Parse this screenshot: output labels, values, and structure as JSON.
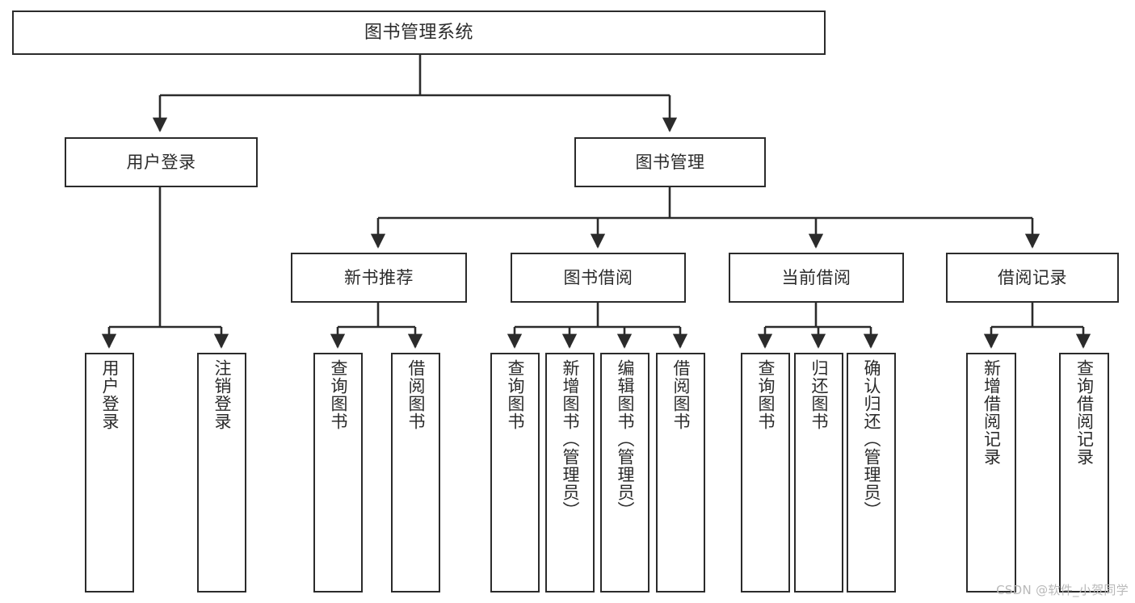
{
  "diagram": {
    "type": "tree",
    "title": "图书管理系统",
    "watermark": "CSDN @软件_小贺同学",
    "line_color": "#2b2b2b",
    "box_fill": "#ffffff",
    "background": "#ffffff",
    "nodes": {
      "root": {
        "label": "图书管理系统",
        "level": 1,
        "orientation": "horizontal"
      },
      "l2": [
        {
          "id": "user-login",
          "label": "用户登录",
          "level": 2,
          "orientation": "horizontal"
        },
        {
          "id": "book-manage",
          "label": "图书管理",
          "level": 2,
          "orientation": "horizontal"
        }
      ],
      "l3": [
        {
          "id": "new-book-rec",
          "label": "新书推荐",
          "level": 3,
          "orientation": "horizontal"
        },
        {
          "id": "book-borrow",
          "label": "图书借阅",
          "level": 3,
          "orientation": "horizontal"
        },
        {
          "id": "current-borrow",
          "label": "当前借阅",
          "level": 3,
          "orientation": "horizontal"
        },
        {
          "id": "borrow-record",
          "label": "借阅记录",
          "level": 3,
          "orientation": "horizontal"
        }
      ],
      "leaves": {
        "user_login": [
          {
            "id": "leaf-user-login",
            "label": "用户登录"
          },
          {
            "id": "leaf-logout",
            "label": "注销登录"
          }
        ],
        "new_book_rec": [
          {
            "id": "leaf-query-book-1",
            "label": "查询图书"
          },
          {
            "id": "leaf-borrow-book-1",
            "label": "借阅图书"
          }
        ],
        "book_borrow": [
          {
            "id": "leaf-query-book-2",
            "label": "查询图书"
          },
          {
            "id": "leaf-add-book",
            "label": "新增图书（管理员）"
          },
          {
            "id": "leaf-edit-book",
            "label": "编辑图书（管理员）"
          },
          {
            "id": "leaf-borrow-book-2",
            "label": "借阅图书"
          }
        ],
        "current_borrow": [
          {
            "id": "leaf-query-book-3",
            "label": "查询图书"
          },
          {
            "id": "leaf-return-book",
            "label": "归还图书"
          },
          {
            "id": "leaf-confirm-return",
            "label": "确认归还（管理员）"
          }
        ],
        "borrow_record": [
          {
            "id": "leaf-add-record",
            "label": "新增借阅记录"
          },
          {
            "id": "leaf-query-record",
            "label": "查询借阅记录"
          }
        ]
      }
    }
  }
}
